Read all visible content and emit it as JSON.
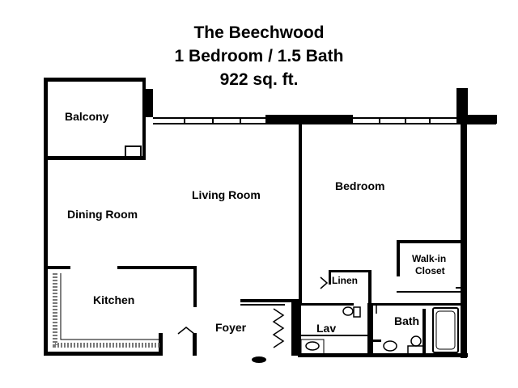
{
  "header": {
    "title": "The Beechwood",
    "subtitle": "1 Bedroom / 1.5 Bath",
    "area": "922 sq. ft."
  },
  "rooms": {
    "balcony": "Balcony",
    "living_room": "Living Room",
    "bedroom": "Bedroom",
    "dining_room": "Dining Room",
    "walk_in_closet_line1": "Walk-in",
    "walk_in_closet_line2": "Closet",
    "linen": "Linen",
    "kitchen": "Kitchen",
    "foyer": "Foyer",
    "lav": "Lav",
    "bath": "Bath"
  },
  "colors": {
    "wall": "#000000",
    "background": "#ffffff",
    "kitchen_counter_dots": "#777777"
  }
}
